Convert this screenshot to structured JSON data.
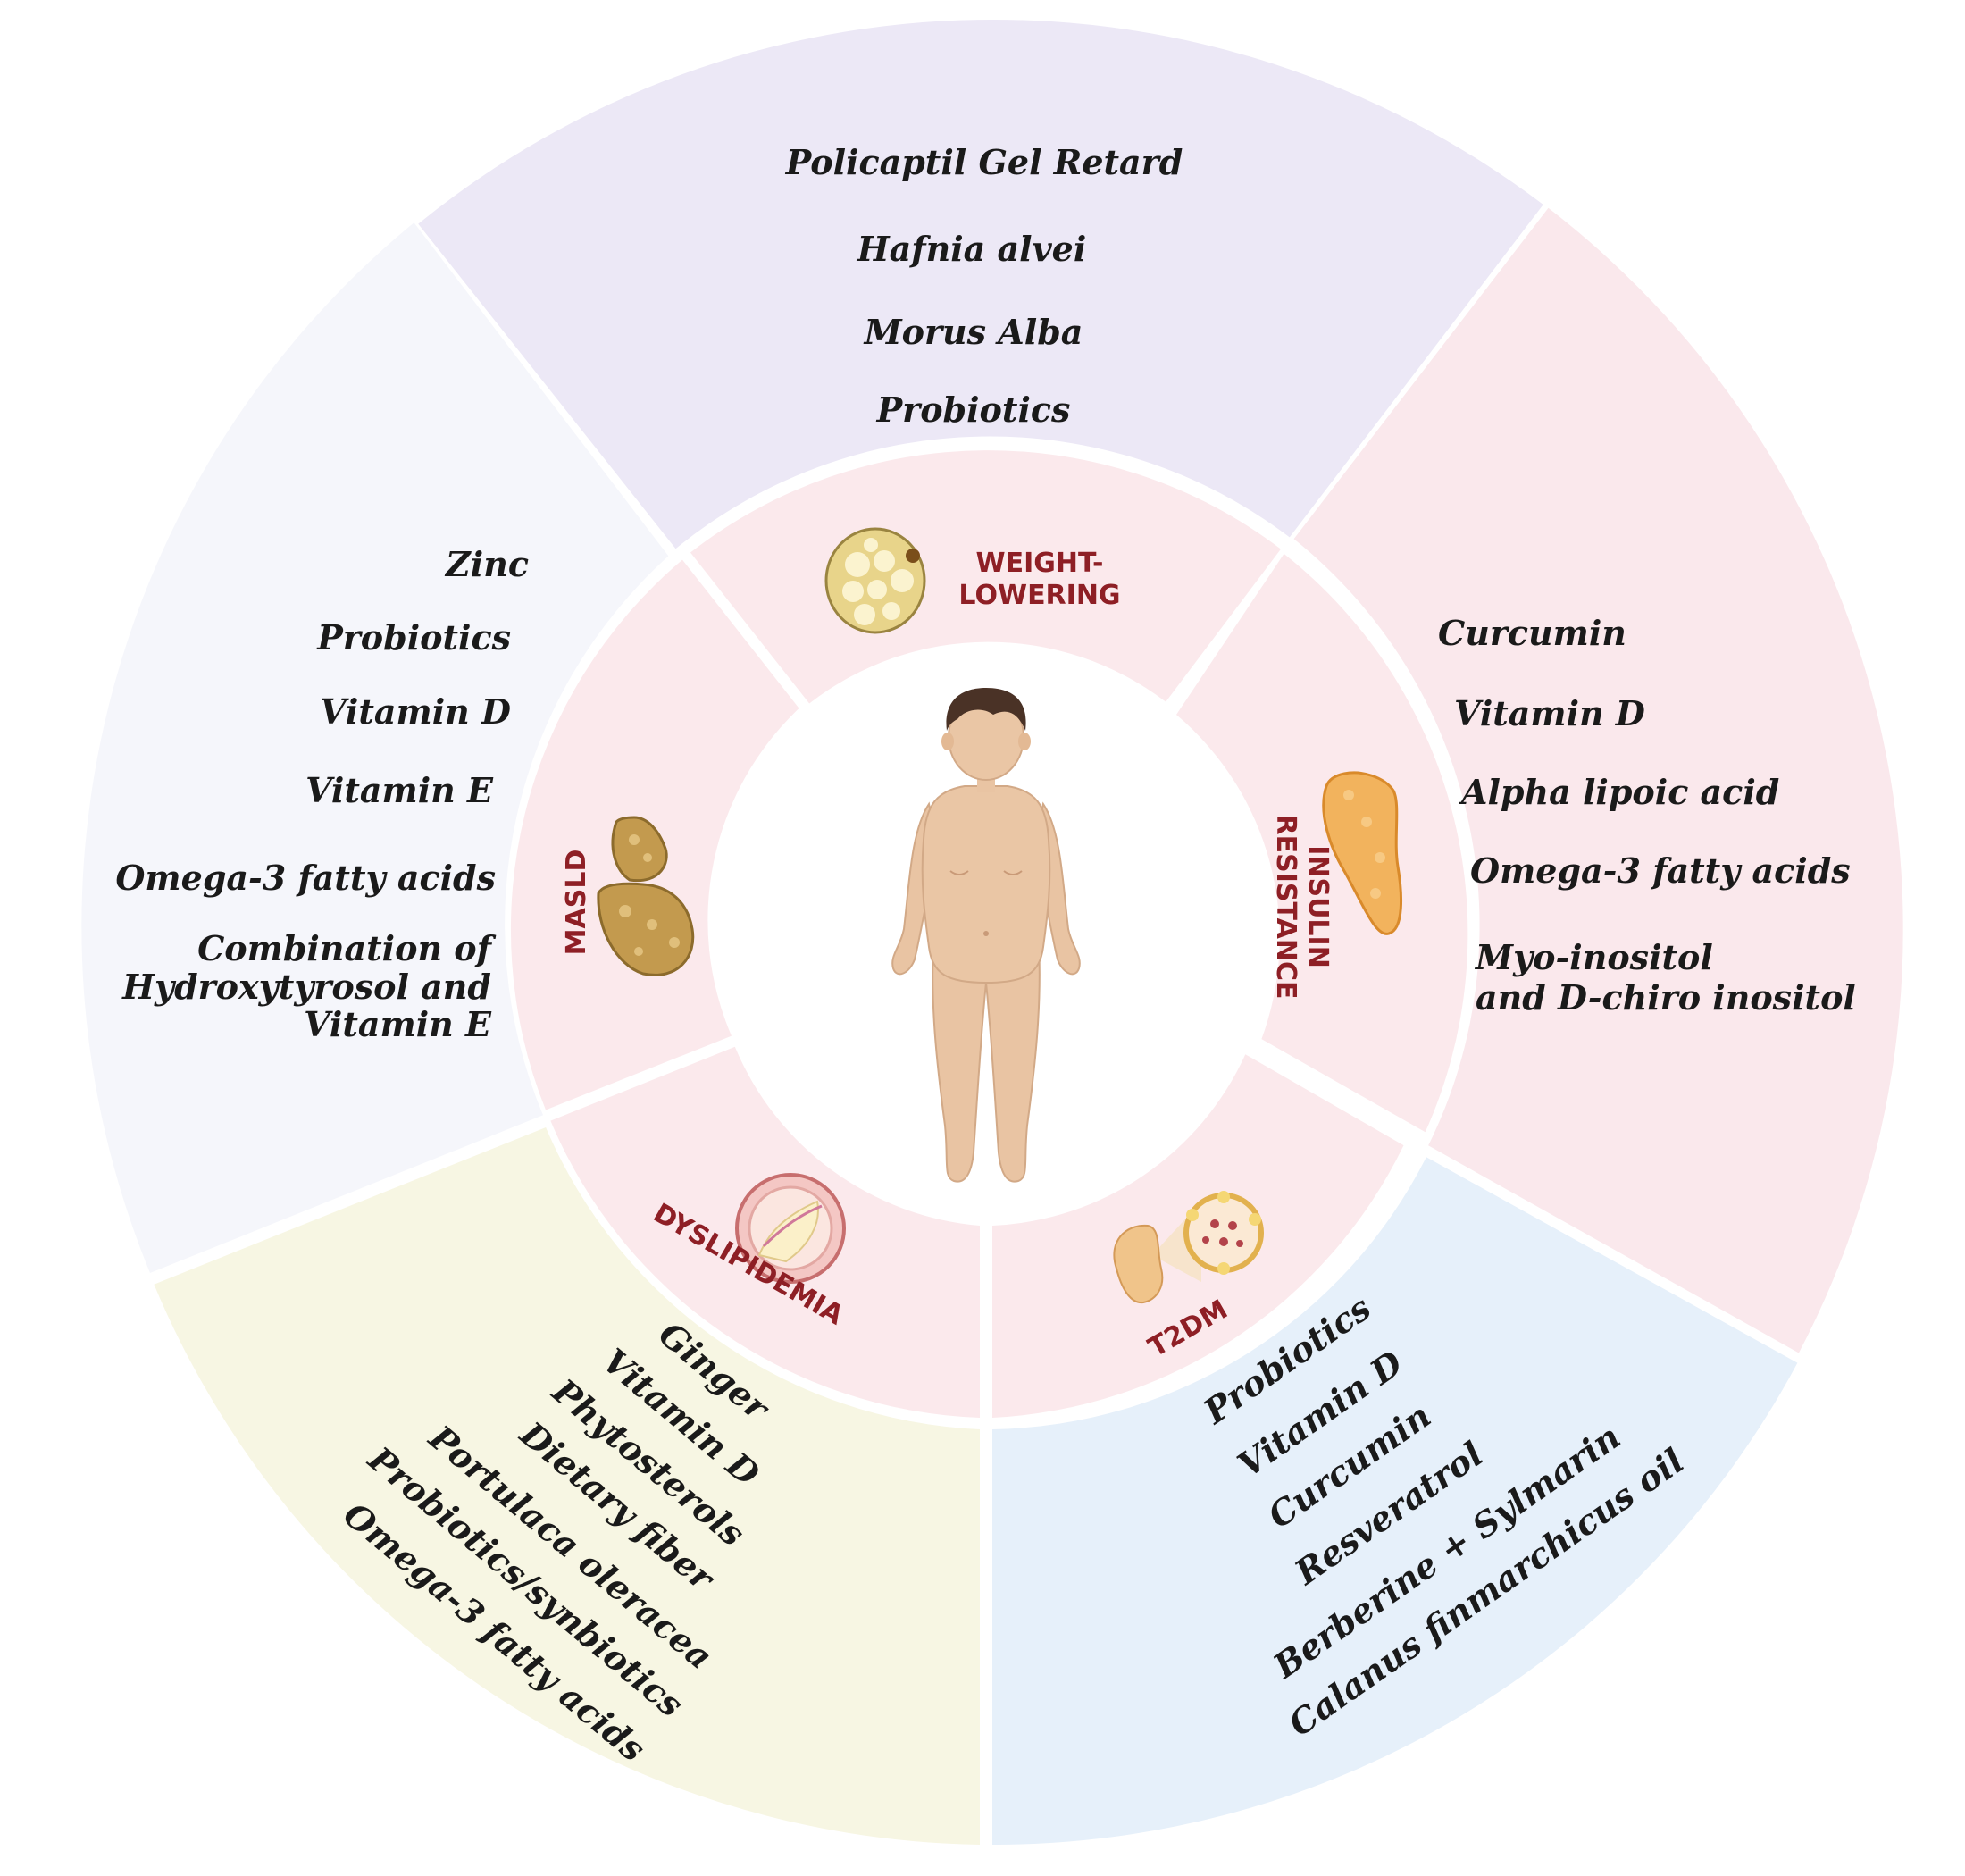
{
  "colors": {
    "weight_outer": "#ece8f6",
    "insulin_outer": "#fae8ec",
    "t2dm_outer": "#e6f0fa",
    "dyslipidemia_outer": "#f7f6e3",
    "masld_outer": "#f5f6fb",
    "inner_ring": "#fbe9ec",
    "category_text": "#8e1f25",
    "supplement_text": "#1a1a1a",
    "skin": "#eac6a5",
    "hair": "#4a3226"
  },
  "categories": {
    "weight_lowering": {
      "line1": "WEIGHT-",
      "line2": "LOWERING",
      "icon": "adipose-tissue-icon"
    },
    "insulin_resistance": {
      "line1": "INSULIN",
      "line2": "RESISTANCE",
      "icon": "pancreas-icon"
    },
    "t2dm": {
      "label": "T2DM",
      "icon": "pancreas-islet-icon"
    },
    "dyslipidemia": {
      "label": "DYSLIPIDEMIA",
      "icon": "artery-plaque-icon"
    },
    "masld": {
      "label": "MASLD",
      "icon": "fatty-liver-icon"
    }
  },
  "supplements": {
    "weight_lowering": [
      "Policaptil Gel Retard",
      "Hafnia alvei",
      "Morus Alba",
      "Probiotics"
    ],
    "insulin_resistance": [
      "Curcumin",
      "Vitamin D",
      "Alpha lipoic acid",
      "Omega-3 fatty acids",
      "Myo-inositol",
      "and D-chiro inositol"
    ],
    "t2dm": [
      "Probiotics",
      "Vitamin D",
      "Curcumin",
      "Resveratrol",
      "Berberine + Sylmarin",
      "Calanus finmarchicus oil"
    ],
    "dyslipidemia": [
      "Ginger",
      "Vitamin D",
      "Phytosterols",
      "Dietary fiber",
      "Portulaca oleracea",
      "Probiotics/synbiotics",
      "Omega-3 fatty acids"
    ],
    "masld": [
      "Zinc",
      "Probiotics",
      "Vitamin D",
      "Vitamin E",
      "Omega-3 fatty acids",
      "Combination of",
      "Hydroxytyrosol and",
      "Vitamin E"
    ]
  },
  "center": {
    "icon": "child-body-icon"
  }
}
